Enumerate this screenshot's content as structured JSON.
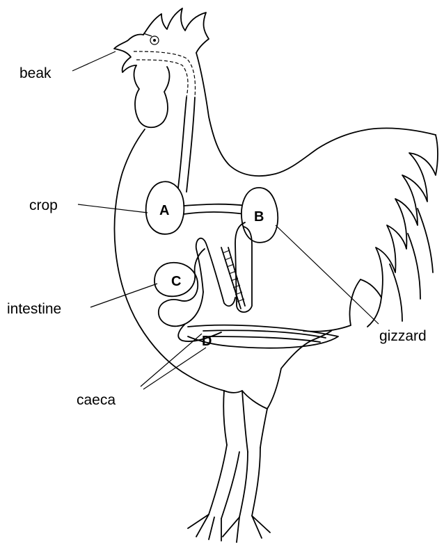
{
  "labels": {
    "beak": "beak",
    "crop": "crop",
    "intestine": "intestine",
    "caeca": "caeca",
    "gizzard": "gizzard"
  },
  "letters": {
    "a": "A",
    "b": "B",
    "c": "C",
    "d": "D"
  }
}
